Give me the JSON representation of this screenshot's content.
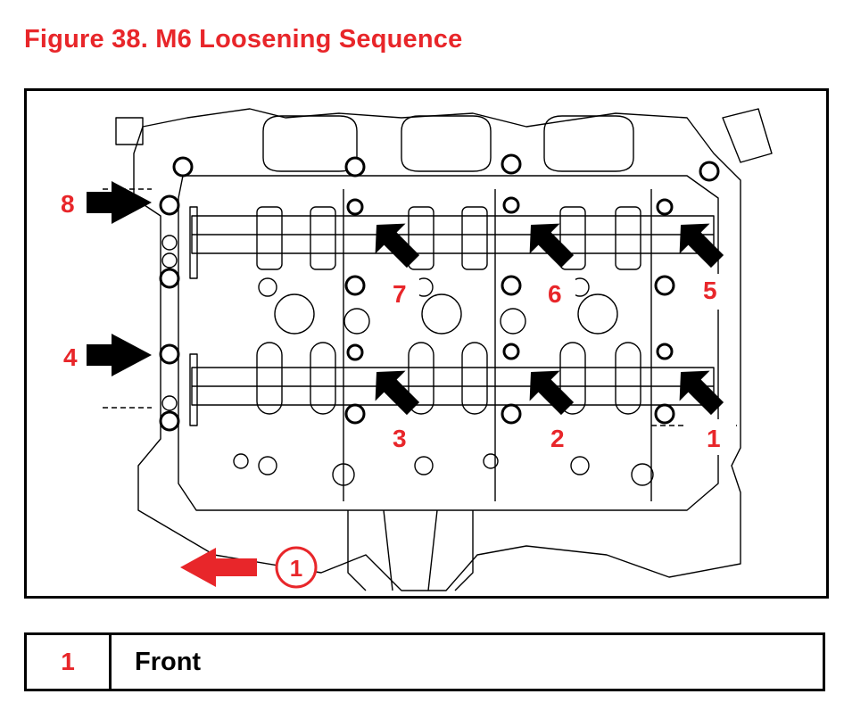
{
  "figure": {
    "title": "Figure 38.  M6 Loosening Sequence"
  },
  "sequence": {
    "labels": [
      "1",
      "2",
      "3",
      "4",
      "5",
      "6",
      "7",
      "8"
    ]
  },
  "front_callout": {
    "number": "1"
  },
  "legend": {
    "rows": [
      {
        "number": "1",
        "text": "Front"
      }
    ]
  },
  "colors": {
    "accent": "#e8262a",
    "line": "#000000",
    "background": "#ffffff"
  }
}
